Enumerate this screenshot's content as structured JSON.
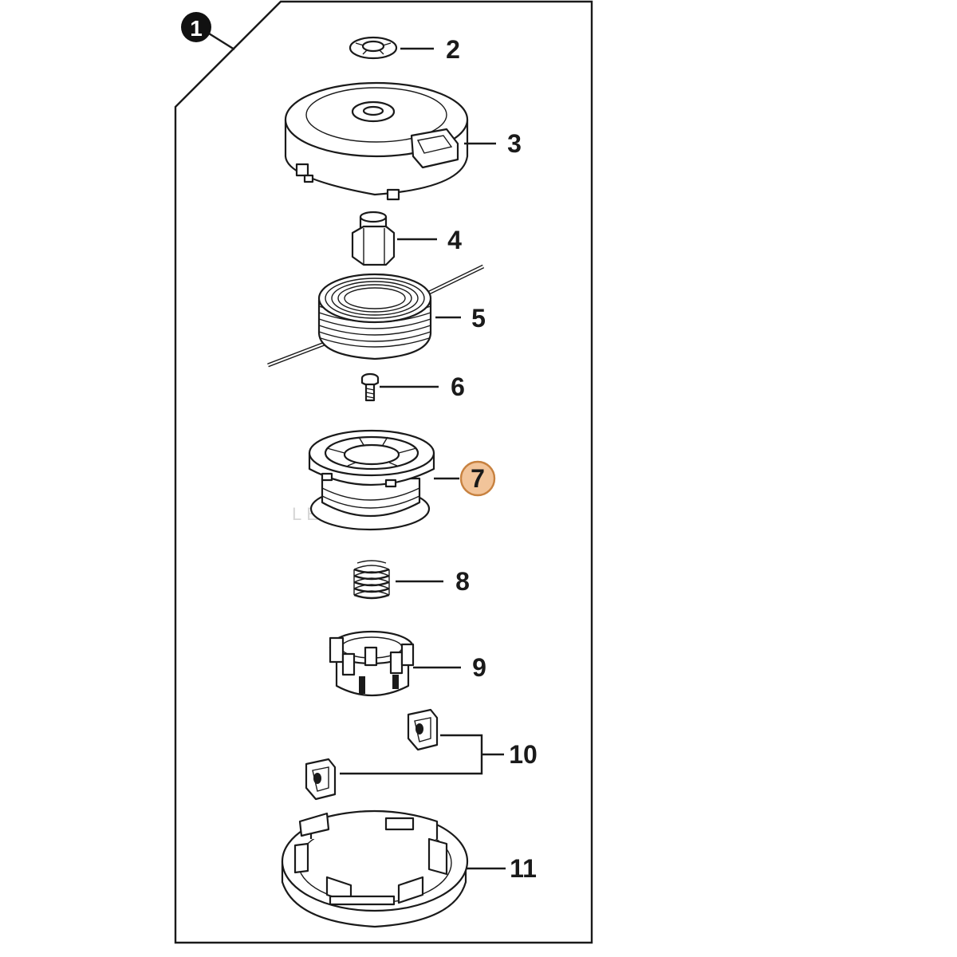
{
  "assembly": {
    "number": "1",
    "badge_fill": "#111111",
    "badge_text_color": "#ffffff"
  },
  "callouts": [
    {
      "number": "2",
      "part": "washer"
    },
    {
      "number": "3",
      "part": "cover"
    },
    {
      "number": "4",
      "part": "hex-nut"
    },
    {
      "number": "5",
      "part": "trimmer-line-coil"
    },
    {
      "number": "6",
      "part": "screw"
    },
    {
      "number": "7",
      "part": "spool",
      "highlighted": true
    },
    {
      "number": "8",
      "part": "spring"
    },
    {
      "number": "9",
      "part": "spool-hub"
    },
    {
      "number": "10",
      "part": "line-clips"
    },
    {
      "number": "11",
      "part": "housing"
    }
  ],
  "highlight": {
    "fill": "#f2c49a",
    "stroke": "#c7813f"
  },
  "watermark": {
    "text": "LE            URE"
  }
}
